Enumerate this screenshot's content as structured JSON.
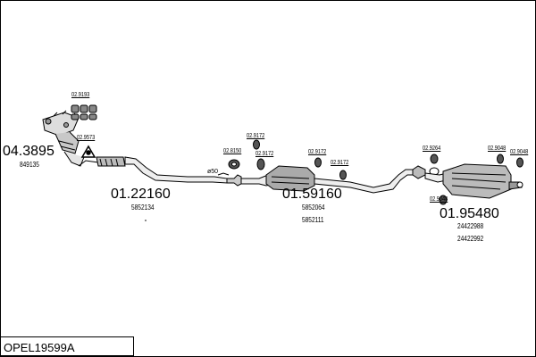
{
  "diagram": {
    "title": "OPEL19599A",
    "parts": [
      {
        "number": "04.3895",
        "refs": [
          "849135"
        ]
      },
      {
        "number": "01.22160",
        "refs": [
          "5852134"
        ]
      },
      {
        "number": "01.59160",
        "refs": [
          "5852064",
          "5852111"
        ]
      },
      {
        "number": "01.95480",
        "refs": [
          "24422988",
          "24422992"
        ]
      }
    ],
    "fittings": [
      "02.9193",
      "02.9573",
      "02.8150",
      "02.9172",
      "02.9172",
      "02.9172",
      "02.9172",
      "02.9264",
      "02.9048",
      "02.9048",
      "02.9048"
    ],
    "pipe_size": "ø50"
  }
}
